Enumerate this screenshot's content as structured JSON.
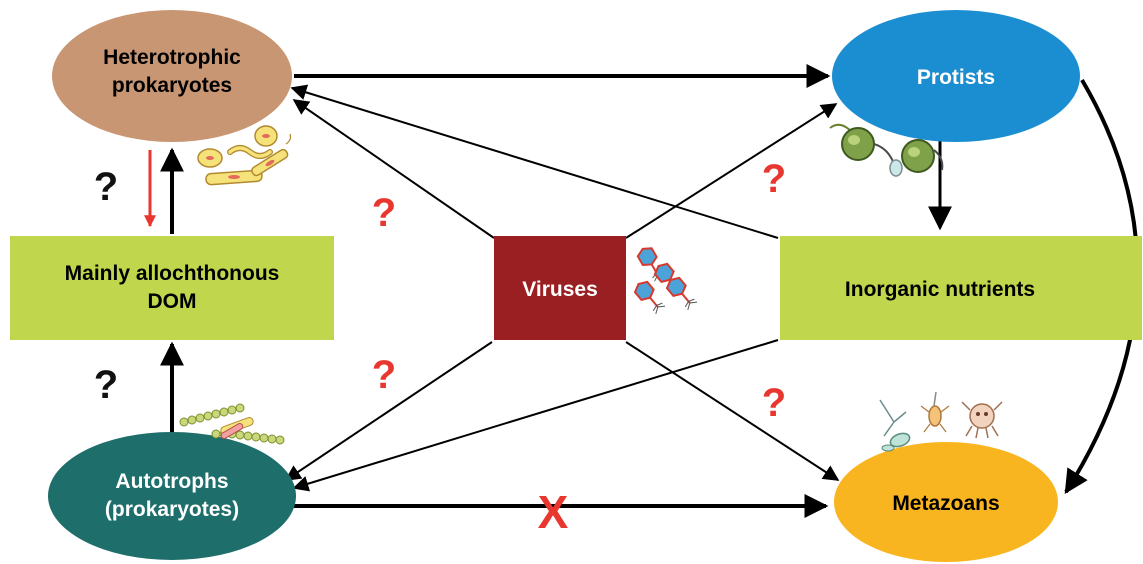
{
  "nodes": {
    "heterotrophic": {
      "line1": "Heterotrophic",
      "line2": "prokaryotes",
      "color": "#C89673"
    },
    "protists": {
      "label": "Protists",
      "color": "#1B8ED1"
    },
    "dom": {
      "line1": "Mainly allochthonous",
      "line2": "DOM",
      "color": "#BFD64D"
    },
    "viruses": {
      "label": "Viruses",
      "color": "#9A1F22"
    },
    "inorganic": {
      "label": "Inorganic nutrients",
      "color": "#BFD64D"
    },
    "autotrophs": {
      "line1": "Autotrophs",
      "line2": "(prokaryotes)",
      "color": "#1E6E6B"
    },
    "metazoans": {
      "label": "Metazoans",
      "color": "#F9B51F"
    }
  },
  "marks": {
    "q_left_top": "?",
    "q_left_bottom": "?",
    "q_center_upper": "?",
    "q_center_lower": "?",
    "q_right_upper": "?",
    "q_right_lower": "?",
    "blocked": "X"
  },
  "colors": {
    "arrow": "#000000",
    "uncertain_arrow": "#E8372F",
    "question_red": "#E8372F",
    "question_black": "#111111"
  },
  "icons": {
    "bacteria": "bacteria-cells-icon",
    "phages": "bacteriophage-icon",
    "protist_cells": "flagellate-protist-icon",
    "cyanobacteria": "cyanobacteria-filament-icon",
    "zooplankton": "zooplankton-icon"
  }
}
